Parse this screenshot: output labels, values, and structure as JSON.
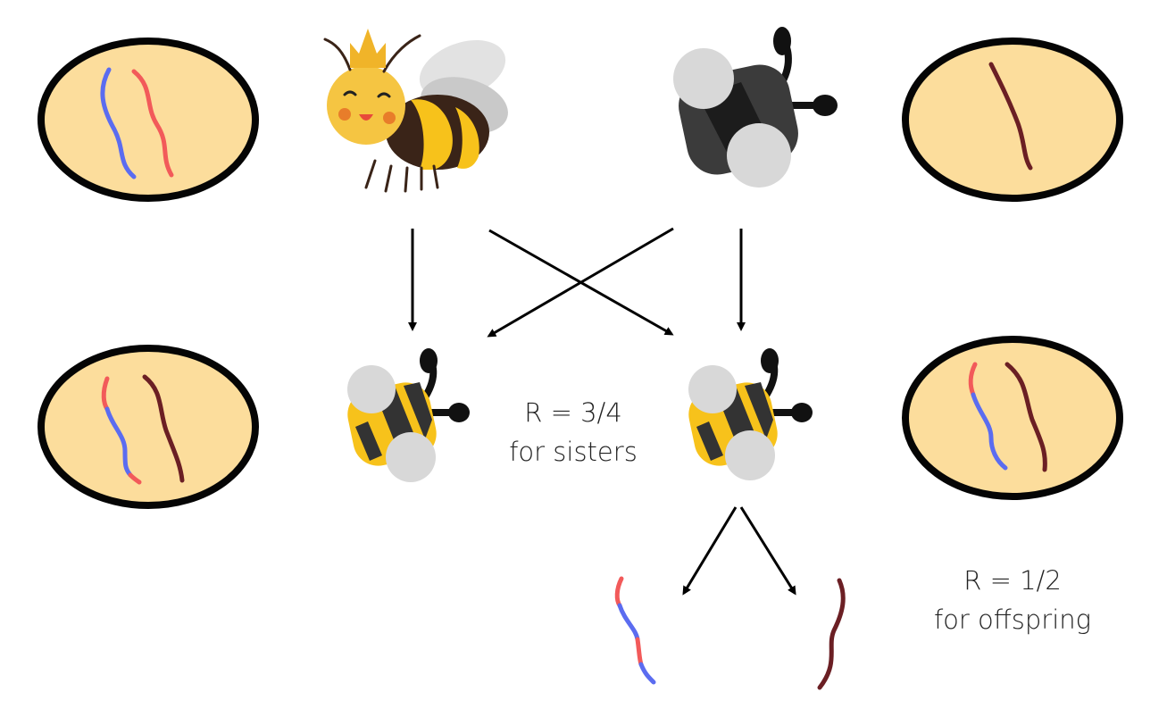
{
  "colors": {
    "cell_fill": "#fcdd9c",
    "cell_stroke": "#050505",
    "chromosome_blue": "#5b6cf0",
    "chromosome_red": "#f25a5a",
    "chromosome_dark": "#6b1f24",
    "bee_yellow": "#f7c21b",
    "bee_dark": "#3a3a3a",
    "wing_gray": "#d8d8d8",
    "arrow": "#000000"
  },
  "labels": {
    "sisters_line1": "R = 3/4",
    "sisters_line2": "for sisters",
    "offspring_line1": "R = 1/2",
    "offspring_line2": "for offspring"
  },
  "icons": {
    "queen": "queen-bee-icon",
    "drone": "drone-bee-icon",
    "worker": "worker-bee-icon"
  }
}
